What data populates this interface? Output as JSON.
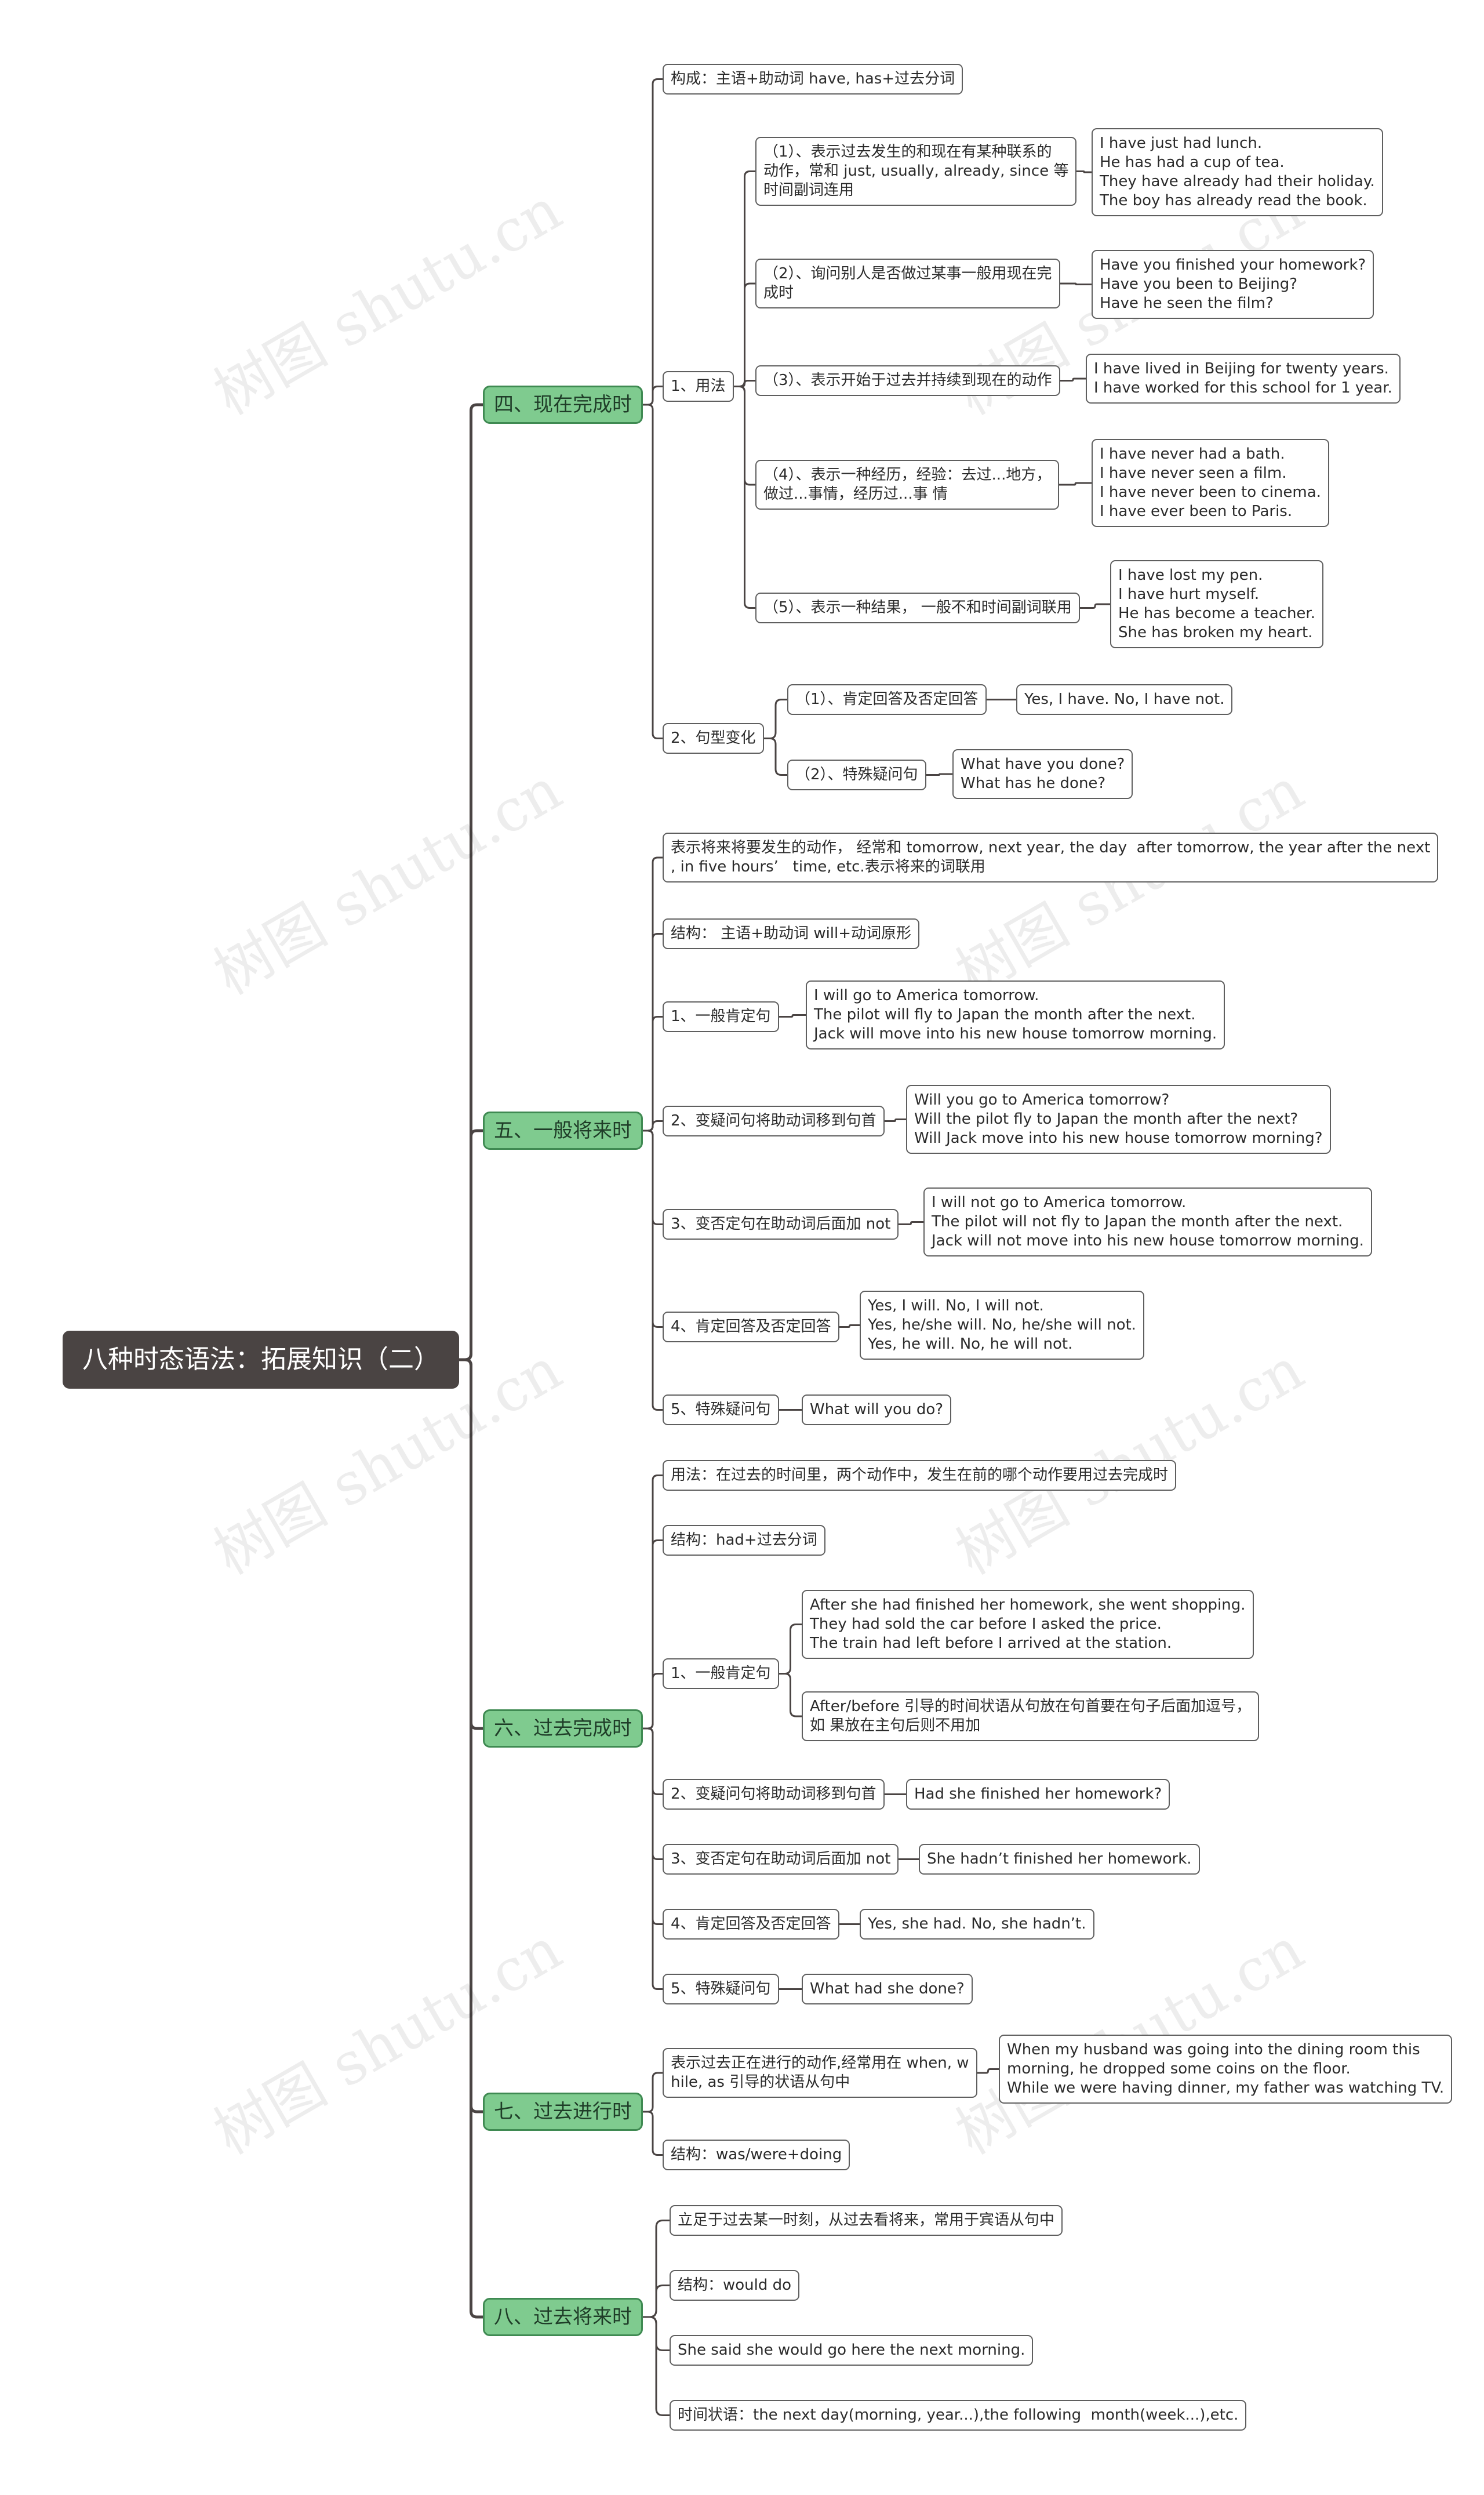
{
  "watermark": "树图 shutu.cn",
  "colors": {
    "root_bg": "#4a4443",
    "branch_bg": "#7fcb8f",
    "branch_border": "#3f8a52",
    "line": "#4a4443",
    "leaf_border": "#5f5f5f"
  },
  "root": {
    "text": "八种时态语法：拓展知识（二）"
  },
  "b4": {
    "title": "四、现在完成时",
    "structure": "构成：主语+助动词 have, has+过去分词",
    "usage": "1、用法",
    "u1": "（1）、表示过去发生的和现在有某种联系的\n动作，常和 just, usually, already, since 等\n时间副词连用",
    "u1ex": "I have just had lunch.\nHe has had a cup of tea.\nThey have already had their holiday.\nThe boy has already read the book.",
    "u2": "（2）、询问别人是否做过某事一般用现在完\n成时",
    "u2ex": "Have you finished your homework?\nHave you been to Beijing?\nHave he seen the film?",
    "u3": "（3）、表示开始于过去并持续到现在的动作",
    "u3ex": "I have lived in Beijing for twenty years.\nI have worked for this school for 1 year.",
    "u4": "（4）、表示一种经历，经验：去过...地方，\n做过...事情，经历过...事 情",
    "u4ex": "I have never had a bath.\nI have never seen a film.\nI have never been to cinema.\nI have ever been to Paris.",
    "u5": "（5）、表示一种结果， 一般不和时间副词联用",
    "u5ex": "I have lost my pen.\nI have hurt myself.\nHe has become a teacher.\nShe has broken my heart.",
    "pattern": "2、句型变化",
    "p1": "（1）、肯定回答及否定回答",
    "p1ex": "Yes, I have. No, I have not.",
    "p2": "（2）、特殊疑问句",
    "p2ex": "What have you done?\nWhat has he done?"
  },
  "b5": {
    "title": "五、一般将来时",
    "def": "表示将来将要发生的动作， 经常和 tomorrow, next year, the day  after tomorrow, the year after the next\n, in five hours’   time, etc.表示将来的词联用",
    "structure": "结构： 主语+助动词 will+动词原形",
    "s1": "1、一般肯定句",
    "s1ex": "I will go to America tomorrow.\nThe pilot will fly to Japan the month after the next.\nJack will move into his new house tomorrow morning.",
    "s2": "2、变疑问句将助动词移到句首",
    "s2ex": "Will you go to America tomorrow?\nWill the pilot fly to Japan the month after the next?\nWill Jack move into his new house tomorrow morning?",
    "s3": "3、变否定句在助动词后面加 not",
    "s3ex": "I will not go to America tomorrow.\nThe pilot will not fly to Japan the month after the next.\nJack will not move into his new house tomorrow morning.",
    "s4": "4、肯定回答及否定回答",
    "s4ex": "Yes, I will. No, I will not.\nYes, he/she will. No, he/she will not.\nYes, he will. No, he will not.",
    "s5": "5、特殊疑问句",
    "s5ex": "What will you do?"
  },
  "b6": {
    "title": "六、过去完成时",
    "usage": "用法：在过去的时间里，两个动作中，发生在前的哪个动作要用过去完成时",
    "structure": "结构：had+过去分词",
    "s1": "1、一般肯定句",
    "s1ex": "After she had finished her homework, she went shopping.\nThey had sold the car before I asked the price.\nThe train had left before I arrived at the station.",
    "s1note": "After/before 引导的时间状语从句放在句首要在句子后面加逗号，\n如 果放在主句后则不用加",
    "s2": "2、变疑问句将助动词移到句首",
    "s2ex": "Had she finished her homework?",
    "s3": "3、变否定句在助动词后面加 not",
    "s3ex": "She hadn’t finished her homework.",
    "s4": "4、肯定回答及否定回答",
    "s4ex": "Yes, she had. No, she hadn’t.",
    "s5": "5、特殊疑问句",
    "s5ex": "What had she done?"
  },
  "b7": {
    "title": "七、过去进行时",
    "def": "表示过去正在进行的动作,经常用在 when, w\nhile, as 引导的状语从句中",
    "defex": "When my husband was going into the dining room this\nmorning, he dropped some coins on the floor.\nWhile we were having dinner, my father was watching TV.",
    "structure": "结构：was/were+doing"
  },
  "b8": {
    "title": "八、过去将来时",
    "def": "立足于过去某一时刻，从过去看将来，常用于宾语从句中",
    "structure": "结构：would do",
    "example": "She said she would go here the next morning.",
    "adverbial": "时间状语：the next day(morning, year...),the following  month(week...),etc."
  }
}
